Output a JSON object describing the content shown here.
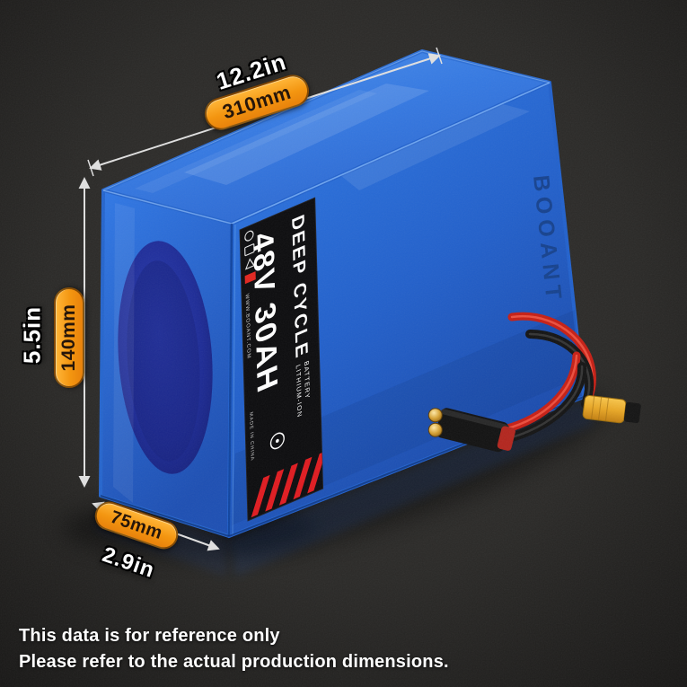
{
  "colors": {
    "accent_orange": "#f39510",
    "battery_blue": "#2469d8",
    "label_black": "#0c0c0e",
    "wire_red": "#c61f15",
    "dimension_line": "#e0e0e0"
  },
  "dimensions": {
    "width_in": "12.2in",
    "width_mm": "310mm",
    "height_in": "5.5in",
    "height_mm": "140mm",
    "depth_in": "2.9in",
    "depth_mm": "75mm"
  },
  "battery": {
    "brand": "BOOANT",
    "label_title": "DEEP CYCLE",
    "label_subtitle_1": "LITHIUM-ION",
    "label_subtitle_2": "BATTERY",
    "label_capacity": "48V 30AH",
    "label_website": "WWW.BOOANT.COM",
    "label_origin": "MADE IN CHINA"
  },
  "footer": {
    "line1": "This data is for reference only",
    "line2": "Please refer to the actual production dimensions."
  }
}
